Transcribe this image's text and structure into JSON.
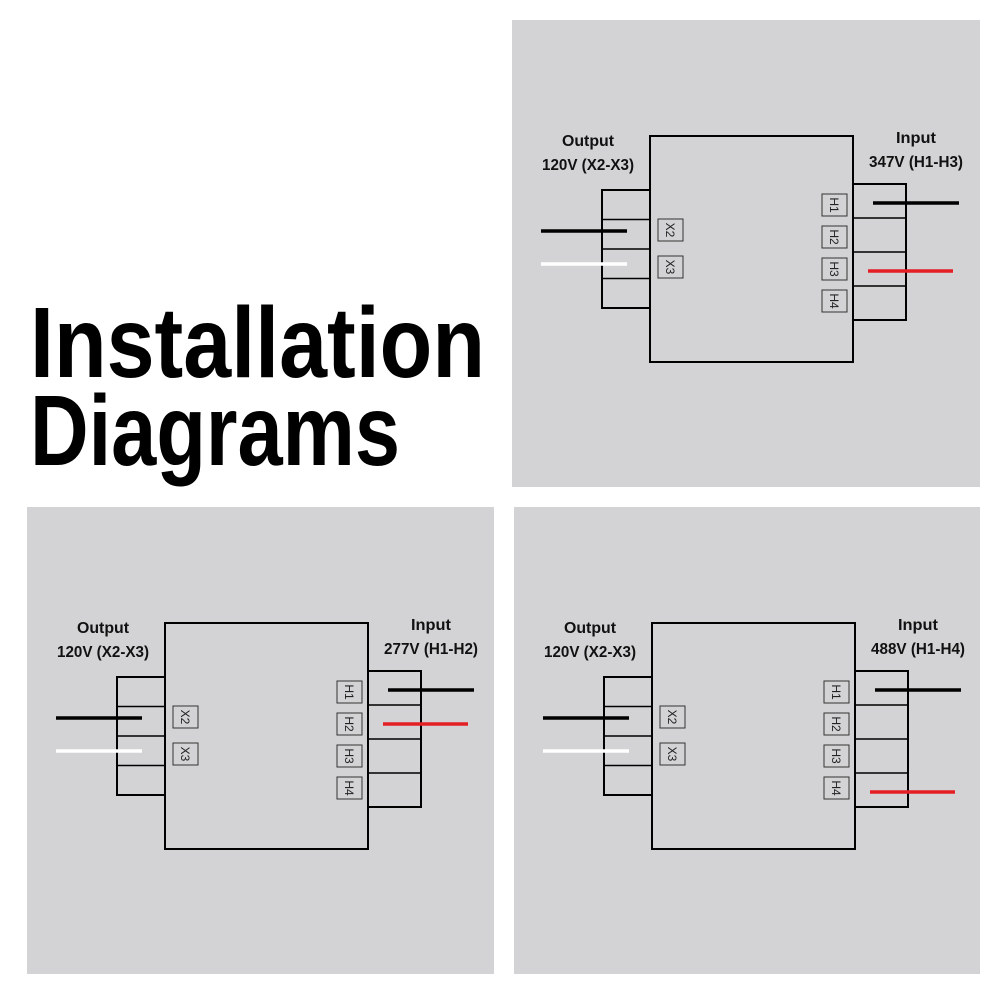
{
  "title": {
    "line1": "Installation",
    "line2": "Diagrams"
  },
  "colors": {
    "panel": "#d3d3d5",
    "black_wire": "#000000",
    "white_wire": "#ffffff",
    "red_wire": "#e31e24"
  },
  "panels": [
    {
      "id": "347v",
      "output_label": "Output",
      "output_voltage": "120V (X2-X3)",
      "input_label": "Input",
      "input_voltage": "347V (H1-H3)",
      "output_terminals": [
        "X2",
        "X3"
      ],
      "input_terminals": [
        "H1",
        "H2",
        "H3",
        "H4"
      ],
      "black_input_terminal": "H1",
      "red_input_terminal": "H3"
    },
    {
      "id": "277v",
      "output_label": "Output",
      "output_voltage": "120V (X2-X3)",
      "input_label": "Input",
      "input_voltage": "277V (H1-H2)",
      "output_terminals": [
        "X2",
        "X3"
      ],
      "input_terminals": [
        "H1",
        "H2",
        "H3",
        "H4"
      ],
      "black_input_terminal": "H1",
      "red_input_terminal": "H2"
    },
    {
      "id": "488v",
      "output_label": "Output",
      "output_voltage": "120V (X2-X3)",
      "input_label": "Input",
      "input_voltage": "488V (H1-H4)",
      "output_terminals": [
        "X2",
        "X3"
      ],
      "input_terminals": [
        "H1",
        "H2",
        "H3",
        "H4"
      ],
      "black_input_terminal": "H1",
      "red_input_terminal": "H4"
    }
  ]
}
